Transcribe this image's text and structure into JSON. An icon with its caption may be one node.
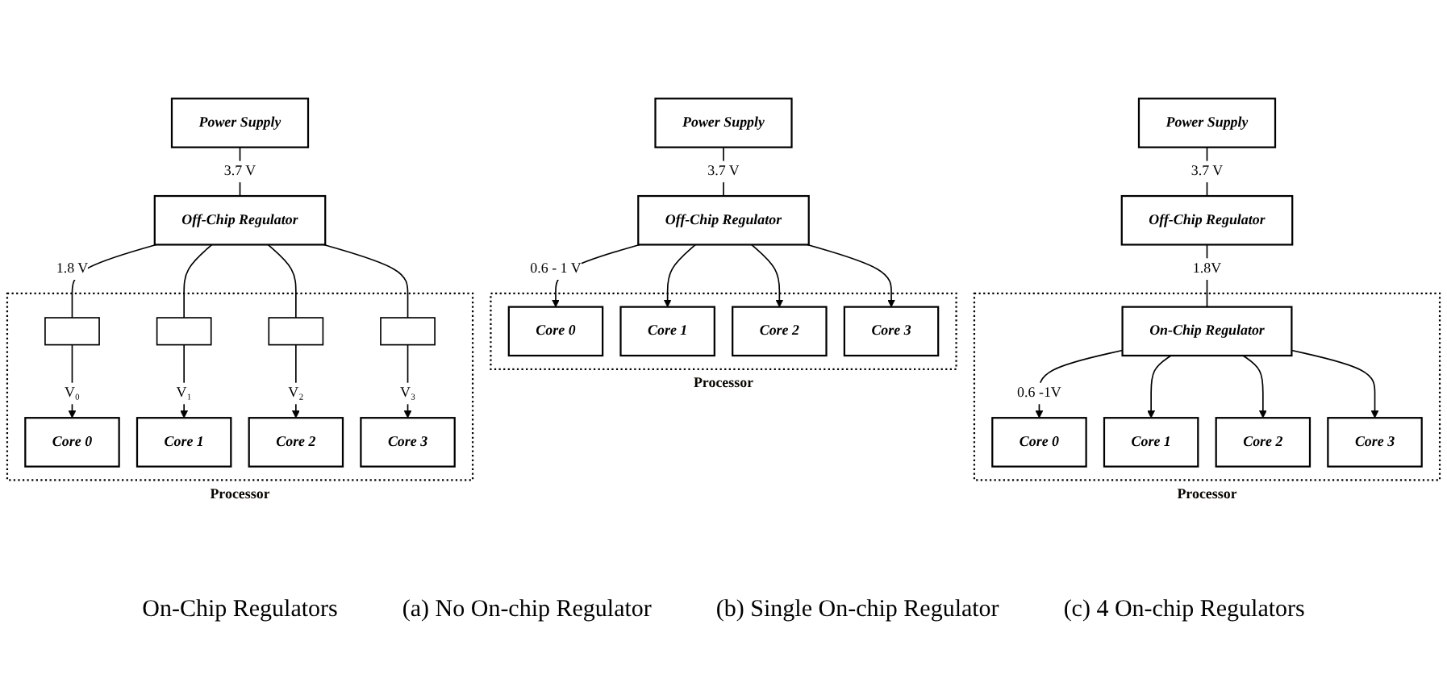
{
  "diagram": {
    "nodes": [
      {
        "text": [
          "Power Supply"
        ]
      },
      {
        "text": [
          "Off-Chip Regulator"
        ]
      },
      {
        "text": [
          "Processor"
        ]
      },
      {
        "text": [
          "Core 0"
        ],
        "in": 2
      },
      {
        "text": [
          "Core 1"
        ],
        "in": 2
      },
      {
        "text": [
          "Core 2"
        ],
        "in": 2
      },
      {
        "text": [
          "Core 3"
        ],
        "in": 2
      },
      {
        "text": [
          "Power Supply"
        ]
      },
      {
        "text": [
          "Off-Chip Regulator"
        ]
      },
      {
        "text": [
          "Processor"
        ]
      },
      {
        "text": [
          "On-Chip Regulator"
        ],
        "in": 9
      },
      {
        "text": [
          "Core 0"
        ],
        "in": 9
      },
      {
        "text": [
          "Core 1"
        ],
        "in": 9
      },
      {
        "text": [
          "Core 2"
        ],
        "in": 9
      },
      {
        "text": [
          "Core 3"
        ],
        "in": 9
      },
      {
        "text": [
          "Power Supply"
        ]
      },
      {
        "text": [
          "Off-Chip Regulator"
        ]
      },
      {
        "text": [
          "Processor"
        ]
      },
      {
        "text": [],
        "shape": "box",
        "in": 17
      },
      {
        "text": [],
        "shape": "box",
        "in": 17
      },
      {
        "text": [],
        "shape": "box",
        "in": 17
      },
      {
        "text": [],
        "shape": "box",
        "in": 17
      },
      {
        "text": [
          "Core 0"
        ],
        "in": 17
      },
      {
        "text": [
          "Core 1"
        ],
        "in": 17
      },
      {
        "text": [
          "Core 2"
        ],
        "in": 17
      },
      {
        "text": [
          "Core 3"
        ],
        "in": 17
      }
    ],
    "edges": [
      {
        "from": 0,
        "to": 1,
        "arrow": "none",
        "label": "3.7 V"
      },
      {
        "from": 1,
        "to": 3,
        "arrow": "to",
        "label": "0.6 - 1 V"
      },
      {
        "from": 1,
        "to": 4,
        "arrow": "to"
      },
      {
        "from": 1,
        "to": 5,
        "arrow": "to"
      },
      {
        "from": 1,
        "to": 6,
        "arrow": "to"
      },
      {
        "from": 7,
        "to": 8,
        "arrow": "none",
        "label": "3.7 V"
      },
      {
        "from": 8,
        "to": 10,
        "arrow": "none",
        "label": "1.8V"
      },
      {
        "from": 10,
        "to": 11,
        "arrow": "to",
        "label": "0.6 -1V"
      },
      {
        "from": 10,
        "to": 12,
        "arrow": "to"
      },
      {
        "from": 10,
        "to": 13,
        "arrow": "to"
      },
      {
        "from": 10,
        "to": 14,
        "arrow": "to"
      },
      {
        "from": 15,
        "to": 16,
        "arrow": "none",
        "label": "3.7 V"
      },
      {
        "from": 16,
        "to": 18,
        "arrow": "none",
        "label": "1.8 V"
      },
      {
        "from": 16,
        "to": 19,
        "arrow": "none"
      },
      {
        "from": 16,
        "to": 20,
        "arrow": "none"
      },
      {
        "from": 16,
        "to": 21,
        "arrow": "none"
      },
      {
        "from": 18,
        "to": 22,
        "arrow": "to",
        "label": "V₀"
      },
      {
        "from": 19,
        "to": 23,
        "arrow": "to",
        "label": "V₁"
      },
      {
        "from": 20,
        "to": 24,
        "arrow": "to",
        "label": "V₂"
      },
      {
        "from": 21,
        "to": 25,
        "arrow": "to",
        "label": "V₃"
      }
    ],
    "labels": [
      "On-Chip Regulators",
      "(a) No On-chip Regulator",
      "(b) Single On-chip Regulator",
      "(c) 4 On-chip Regulators"
    ]
  }
}
